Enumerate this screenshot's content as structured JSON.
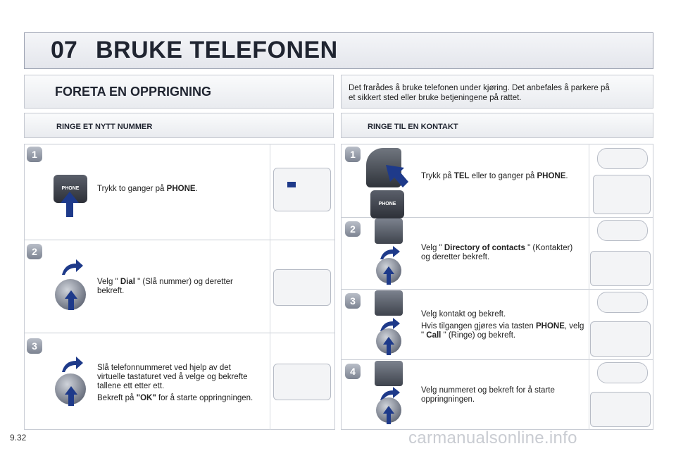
{
  "header": {
    "chapter_number": "07",
    "chapter_title": "BRUKE TELEFONEN"
  },
  "section": {
    "title": "FORETA EN OPPRIGNING"
  },
  "warning": "Det frarådes å bruke telefonen under kjøring. Det anbefales å parkere på et sikkert sted eller bruke betjeningene på rattet.",
  "left": {
    "subtitle": "RINGE ET NYTT NUMMER",
    "steps": [
      {
        "num": "1",
        "t1": "Trykk to ganger på ",
        "b1": "PHONE",
        "t2": "."
      },
      {
        "num": "2",
        "t1": "Velg \" ",
        "b1": "Dial",
        "t2": " \" (Slå nummer) og deretter bekreft."
      },
      {
        "num": "3",
        "p1": "Slå telefonnummeret ved hjelp av det virtuelle tastaturet ved å velge og bekrefte tallene ett etter ett.",
        "p2a": "Bekreft på ",
        "p2b": "\"OK\"",
        "p2c": " for å starte oppringningen."
      }
    ]
  },
  "right": {
    "subtitle": "RINGE TIL EN KONTAKT",
    "steps": [
      {
        "num": "1",
        "t1": "Trykk på ",
        "b1": "TEL",
        "t2": " eller to ganger på ",
        "b2": "PHONE",
        "t3": "."
      },
      {
        "num": "2",
        "t1": "Velg \" ",
        "b1": "Directory of contacts",
        "t2": " \" (Kontakter) og deretter bekreft."
      },
      {
        "num": "3",
        "p1": "Velg kontakt og bekreft.",
        "p2a": "Hvis tilgangen gjøres via tasten ",
        "p2b": "PHONE",
        "p2c": ", velg \" ",
        "p2d": "Call",
        "p2e": " \" (Ringe) og bekreft."
      },
      {
        "num": "4",
        "t1": "Velg nummeret og bekreft for å starte oppringningen."
      }
    ]
  },
  "phone_label": "PHONE",
  "footer": {
    "page": "9.32",
    "watermark": "carmanualsonline.info"
  }
}
